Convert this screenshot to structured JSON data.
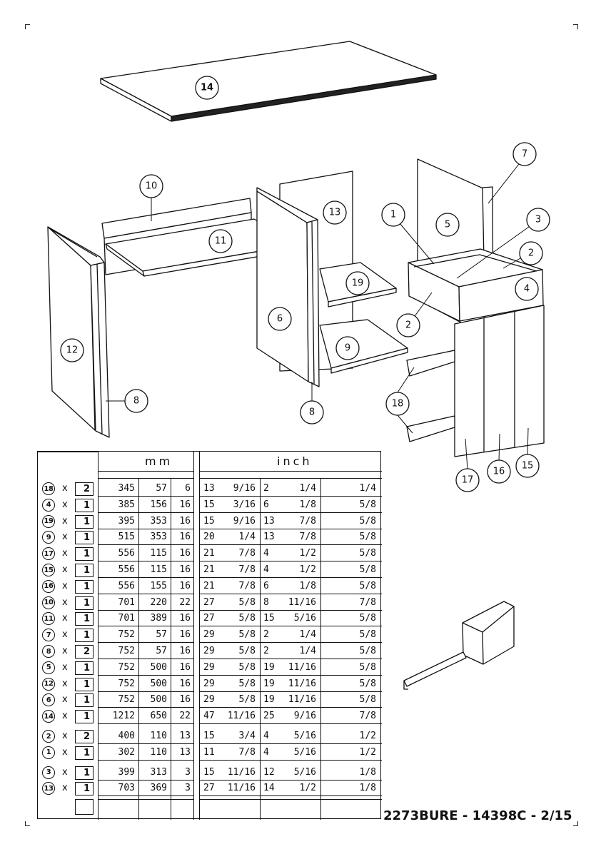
{
  "footer": {
    "code": "2273BURE - 14398C - 2/15"
  },
  "table": {
    "header_mm": "mm",
    "header_inch": "inch",
    "rows": [
      {
        "part": "18",
        "x": "x",
        "qty": "2",
        "mm": [
          "345",
          "57",
          "6"
        ],
        "inch": [
          "13",
          "9/16",
          "2",
          "1/4",
          "1/4"
        ]
      },
      {
        "part": "4",
        "x": "x",
        "qty": "1",
        "mm": [
          "385",
          "156",
          "16"
        ],
        "inch": [
          "15",
          "3/16",
          "6",
          "1/8",
          "5/8"
        ]
      },
      {
        "part": "19",
        "x": "x",
        "qty": "1",
        "mm": [
          "395",
          "353",
          "16"
        ],
        "inch": [
          "15",
          "9/16",
          "13",
          "7/8",
          "5/8"
        ]
      },
      {
        "part": "9",
        "x": "x",
        "qty": "1",
        "mm": [
          "515",
          "353",
          "16"
        ],
        "inch": [
          "20",
          "1/4",
          "13",
          "7/8",
          "5/8"
        ]
      },
      {
        "part": "17",
        "x": "x",
        "qty": "1",
        "mm": [
          "556",
          "115",
          "16"
        ],
        "inch": [
          "21",
          "7/8",
          "4",
          "1/2",
          "5/8"
        ]
      },
      {
        "part": "15",
        "x": "x",
        "qty": "1",
        "mm": [
          "556",
          "115",
          "16"
        ],
        "inch": [
          "21",
          "7/8",
          "4",
          "1/2",
          "5/8"
        ]
      },
      {
        "part": "16",
        "x": "x",
        "qty": "1",
        "mm": [
          "556",
          "155",
          "16"
        ],
        "inch": [
          "21",
          "7/8",
          "6",
          "1/8",
          "5/8"
        ]
      },
      {
        "part": "10",
        "x": "x",
        "qty": "1",
        "mm": [
          "701",
          "220",
          "22"
        ],
        "inch": [
          "27",
          "5/8",
          "8",
          "11/16",
          "7/8"
        ]
      },
      {
        "part": "11",
        "x": "x",
        "qty": "1",
        "mm": [
          "701",
          "389",
          "16"
        ],
        "inch": [
          "27",
          "5/8",
          "15",
          "5/16",
          "5/8"
        ]
      },
      {
        "part": "7",
        "x": "x",
        "qty": "1",
        "mm": [
          "752",
          "57",
          "16"
        ],
        "inch": [
          "29",
          "5/8",
          "2",
          "1/4",
          "5/8"
        ]
      },
      {
        "part": "8",
        "x": "x",
        "qty": "2",
        "mm": [
          "752",
          "57",
          "16"
        ],
        "inch": [
          "29",
          "5/8",
          "2",
          "1/4",
          "5/8"
        ]
      },
      {
        "part": "5",
        "x": "x",
        "qty": "1",
        "mm": [
          "752",
          "500",
          "16"
        ],
        "inch": [
          "29",
          "5/8",
          "19",
          "11/16",
          "5/8"
        ]
      },
      {
        "part": "12",
        "x": "x",
        "qty": "1",
        "mm": [
          "752",
          "500",
          "16"
        ],
        "inch": [
          "29",
          "5/8",
          "19",
          "11/16",
          "5/8"
        ]
      },
      {
        "part": "6",
        "x": "x",
        "qty": "1",
        "mm": [
          "752",
          "500",
          "16"
        ],
        "inch": [
          "29",
          "5/8",
          "19",
          "11/16",
          "5/8"
        ]
      },
      {
        "part": "14",
        "x": "x",
        "qty": "1",
        "mm": [
          "1212",
          "650",
          "22"
        ],
        "inch": [
          "47",
          "11/16",
          "25",
          "9/16",
          "7/8"
        ]
      },
      {
        "part": "2",
        "x": "x",
        "qty": "2",
        "mm": [
          "400",
          "110",
          "13"
        ],
        "inch": [
          "15",
          "3/4",
          "4",
          "5/16",
          "1/2"
        ]
      },
      {
        "part": "1",
        "x": "x",
        "qty": "1",
        "mm": [
          "302",
          "110",
          "13"
        ],
        "inch": [
          "11",
          "7/8",
          "4",
          "5/16",
          "1/2"
        ]
      },
      {
        "part": "3",
        "x": "x",
        "qty": "1",
        "mm": [
          "399",
          "313",
          "3"
        ],
        "inch": [
          "15",
          "11/16",
          "12",
          "5/16",
          "1/8"
        ]
      },
      {
        "part": "13",
        "x": "x",
        "qty": "1",
        "mm": [
          "703",
          "369",
          "3"
        ],
        "inch": [
          "27",
          "11/16",
          "14",
          "1/2",
          "1/8"
        ]
      }
    ]
  },
  "labels": {
    "p14": "14",
    "p10": "10",
    "p11": "11",
    "p12": "12",
    "p8a": "8",
    "p13": "13",
    "p6": "6",
    "p8b": "8",
    "p19": "19",
    "p9": "9",
    "p1": "1",
    "p5": "5",
    "p7": "7",
    "p3": "3",
    "p2a": "2",
    "p4": "4",
    "p2b": "2",
    "p18": "18",
    "p17": "17",
    "p16": "16",
    "p15": "15"
  }
}
